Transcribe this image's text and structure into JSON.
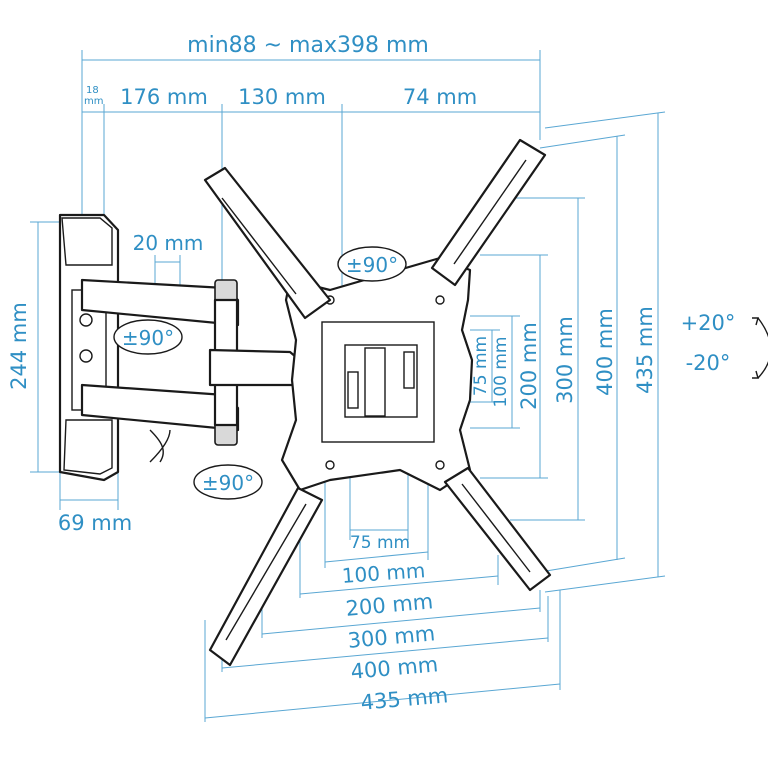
{
  "dimensions": {
    "total_depth": "min88 ~ max398 mm",
    "seg_18": "18",
    "seg_18_unit": "mm",
    "seg_176": "176 mm",
    "seg_130": "130 mm",
    "seg_74": "74 mm",
    "arm_gap": "20 mm",
    "wall_plate_height": "244 mm",
    "wall_plate_width": "69 mm",
    "vesa_h_75": "75 mm",
    "vesa_h_100": "100 mm",
    "vesa_h_200": "200 mm",
    "vesa_h_300": "300 mm",
    "vesa_h_400": "400 mm",
    "vesa_h_435": "435 mm",
    "vesa_v_75": "75 mm",
    "vesa_v_100": "100 mm",
    "vesa_v_200": "200 mm",
    "vesa_v_300": "300 mm",
    "vesa_v_400": "400 mm",
    "vesa_v_435": "435 mm"
  },
  "rotation": {
    "swivel_top": "±90°",
    "swivel_arm": "±90°",
    "swivel_bottom": "±90°",
    "tilt_up": "+20°",
    "tilt_down": "-20°"
  }
}
